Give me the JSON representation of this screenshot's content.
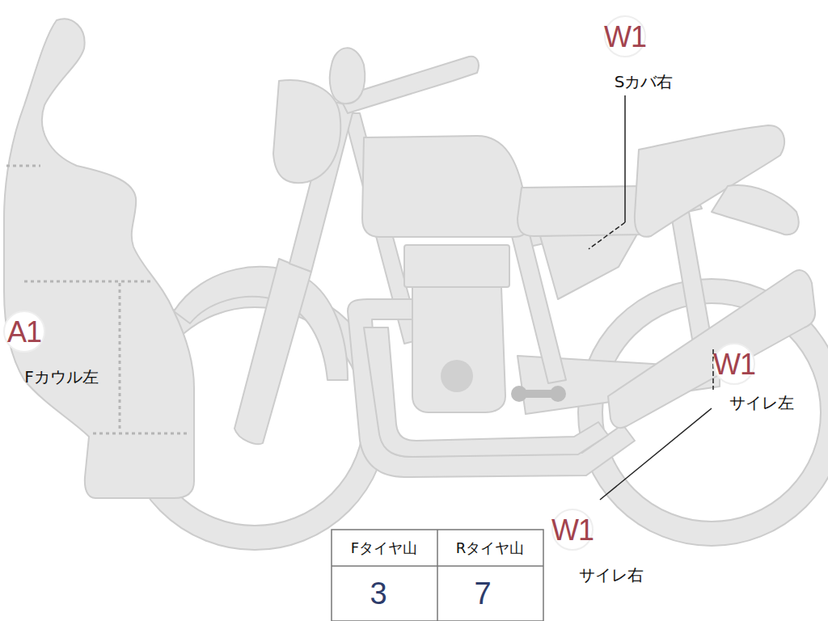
{
  "diagram": {
    "labels": [
      "W1",
      "Sカバ右",
      "A1",
      "Fカウル左",
      "W1",
      "サイレ左",
      "W1",
      "サイレ右",
      "Fタイヤ山",
      "Rタイヤ山",
      "3",
      "7"
    ]
  }
}
